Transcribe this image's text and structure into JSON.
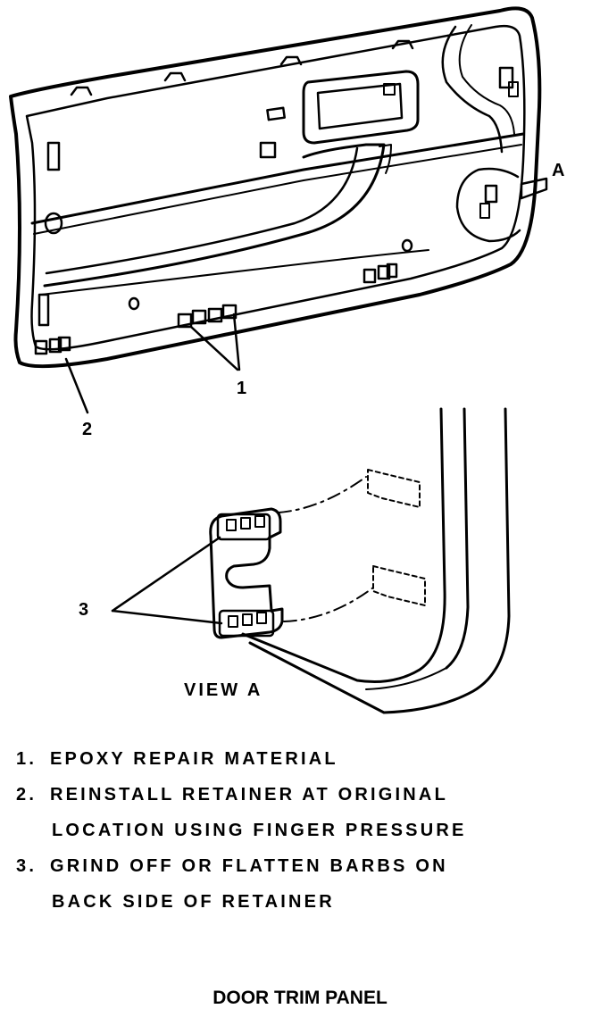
{
  "callouts": {
    "c1": "1",
    "c2": "2",
    "c3": "3",
    "cA": "A"
  },
  "view_label": "VIEW A",
  "legend": [
    {
      "num": "1.",
      "lines": [
        "EPOXY REPAIR MATERIAL"
      ]
    },
    {
      "num": "2.",
      "lines": [
        "REINSTALL RETAINER AT ORIGINAL",
        "LOCATION USING FINGER PRESSURE"
      ]
    },
    {
      "num": "3.",
      "lines": [
        "GRIND OFF OR FLATTEN BARBS ON",
        "BACK SIDE OF RETAINER"
      ]
    }
  ],
  "caption": "DOOR TRIM PANEL"
}
